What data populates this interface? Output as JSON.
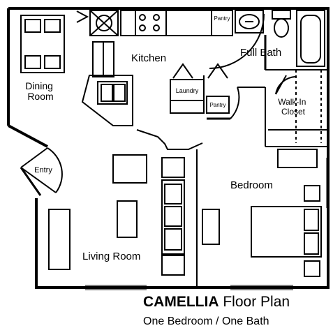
{
  "rooms": {
    "dining": [
      "Dining",
      "Room"
    ],
    "kitchen": "Kitchen",
    "pantry_top": "Pantry",
    "full_bath": "Full Bath",
    "laundry": "Laundry",
    "pantry_mid": "Pantry",
    "walk_in_closet": [
      "Walk-In",
      "Closet"
    ],
    "entry": "Entry",
    "bedroom": "Bedroom",
    "living_room": "Living Room"
  },
  "caption": {
    "name": "CAMELLIA",
    "subtitle": "Floor Plan",
    "description": "One Bedroom / One Bath"
  }
}
